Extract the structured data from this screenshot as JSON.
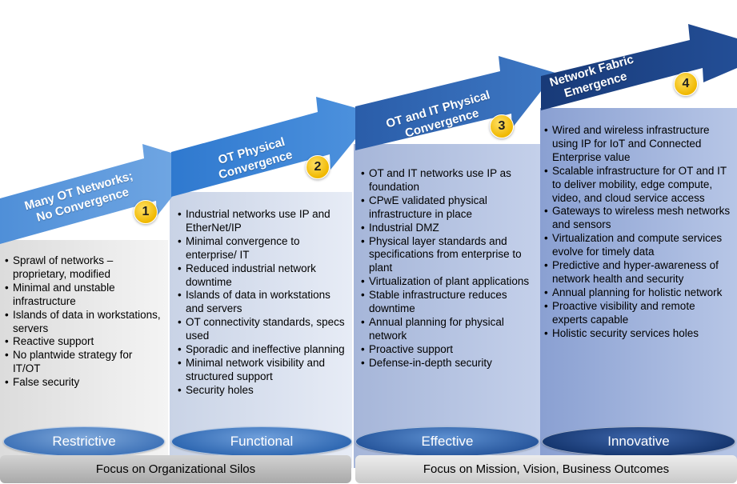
{
  "stages": [
    {
      "arrow_label_line1": "Many OT Networks;",
      "arrow_label_line2": "No Convergence",
      "number": "1",
      "badge": "Restrictive",
      "bullets": [
        "Sprawl of networks – proprietary, modified",
        "Minimal and unstable infrastructure",
        "Islands of data in workstations, servers",
        "Reactive support",
        "No plantwide strategy for IT/OT",
        "False security"
      ]
    },
    {
      "arrow_label_line1": "OT Physical",
      "arrow_label_line2": "Convergence",
      "number": "2",
      "badge": "Functional",
      "bullets": [
        "Industrial networks use IP and EtherNet/IP",
        "Minimal convergence to enterprise/ IT",
        "Reduced industrial network downtime",
        "Islands of data in workstations and servers",
        "OT connectivity standards, specs used",
        "Sporadic and ineffective planning",
        "Minimal network visibility and structured support",
        "Security holes"
      ]
    },
    {
      "arrow_label_line1": "OT and IT Physical",
      "arrow_label_line2": "Convergence",
      "number": "3",
      "badge": "Effective",
      "bullets": [
        "OT and IT networks use IP as foundation",
        "CPwE validated physical infrastructure in place",
        "Industrial DMZ",
        "Physical layer standards and specifications from enterprise to plant",
        "Virtualization of plant applications",
        "Stable infrastructure reduces downtime",
        "Annual planning for physical network",
        "Proactive support",
        "Defense-in-depth security"
      ]
    },
    {
      "arrow_label_line1": "Network Fabric",
      "arrow_label_line2": "Emergence",
      "number": "4",
      "badge": "Innovative",
      "bullets": [
        "Wired and wireless infrastructure using IP for IoT and Connected Enterprise value",
        "Scalable infrastructure for OT and IT to deliver mobility, edge compute, video, and cloud service access",
        "Gateways to  wireless mesh networks and sensors",
        "Virtualization and compute services evolve for timely data",
        "Predictive and hyper-awareness of network health and security",
        "Annual planning for holistic network",
        "Proactive visibility and remote experts capable",
        "Holistic security services holes"
      ]
    }
  ],
  "focus": {
    "left": "Focus on Organizational Silos",
    "right": "Focus on Mission, Vision, Business Outcomes"
  },
  "colors": {
    "arrow1": "#5a95d8",
    "arrow2": "#3a7fd0",
    "arrow3": "#2d63ad",
    "arrow4": "#1b3f80",
    "number_badge": "#f5c518"
  }
}
